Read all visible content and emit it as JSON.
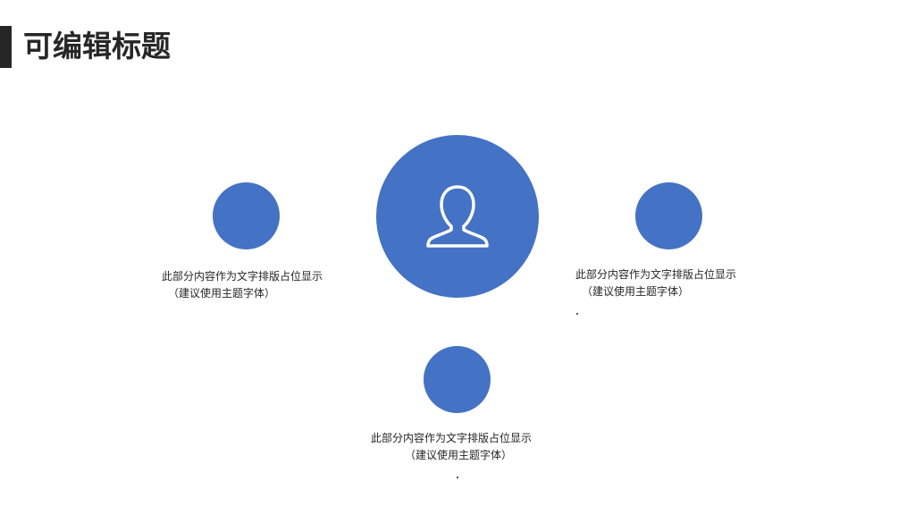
{
  "slide": {
    "title": "可编辑标题",
    "accent_color": "#4472c4",
    "title_color": "#262626",
    "center_icon": "person-icon",
    "items": [
      {
        "line1": "此部分内容作为文字排版占位显示",
        "line2": "（建议使用主题字体）"
      },
      {
        "line1": "此部分内容作为文字排版占位显示",
        "line2": "（建议使用主题字体）"
      },
      {
        "line1": "此部分内容作为文字排版占位显示",
        "line2": "（建议使用主题字体）"
      }
    ]
  }
}
